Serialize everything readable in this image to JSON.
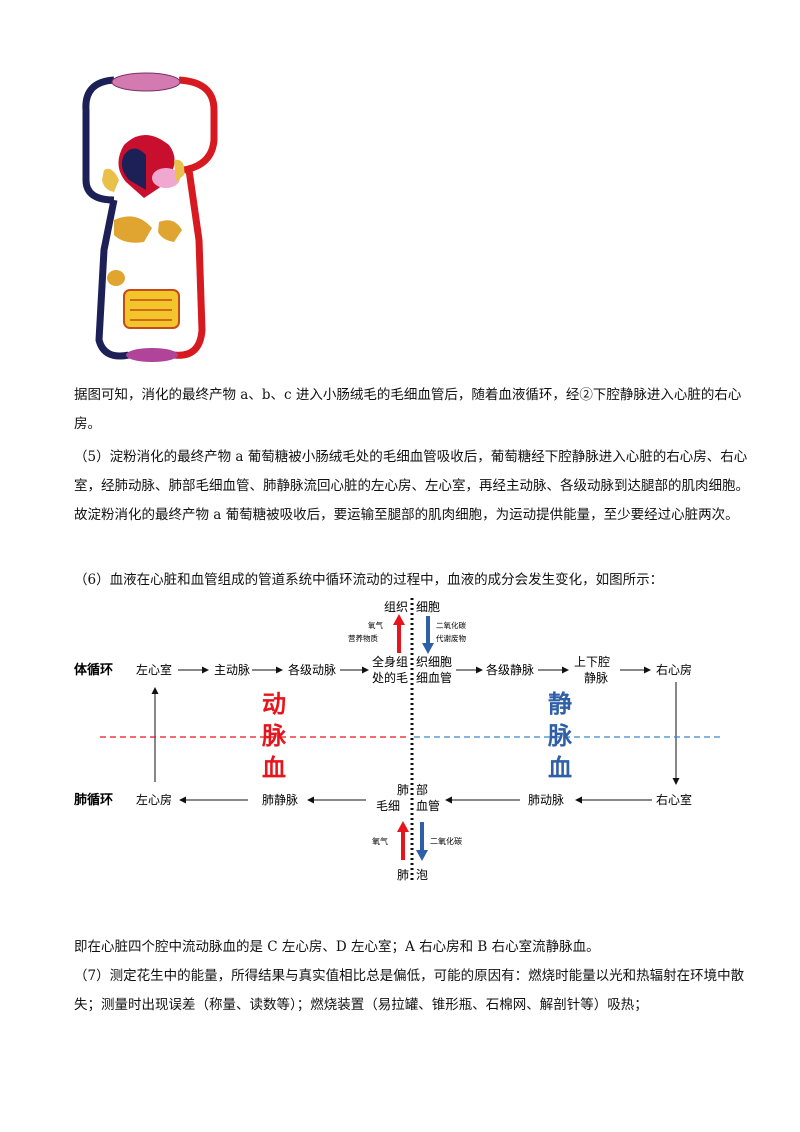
{
  "paragraphs": {
    "p1": "据图可知，消化的最终产物 a、b、c 进入小肠绒毛的毛细血管后，随着血液循环，经②下腔静脉进入心脏的右心房。",
    "p5": "（5）淀粉消化的最终产物 a 葡萄糖被小肠绒毛处的毛细血管吸收后，葡萄糖经下腔静脉进入心脏的右心房、右心室，经肺动脉、肺部毛细血管、肺静脉流回心脏的左心房、左心室，再经主动脉、各级动脉到达腿部的肌肉细胞。故淀粉消化的最终产物 a 葡萄糖被吸收后，要运输至腿部的肌肉细胞，为运动提供能量，至少要经过心脏两次。",
    "p6": "（6）血液在心脏和血管组成的管道系统中循环流动的过程中，血液的成分会发生变化，如图所示：",
    "p_after": "即在心脏四个腔中流动脉血的是 C 左心房、D 左心室；A 右心房和 B 右心室流静脉血。",
    "p7": "（7）测定花生中的能量，所得结果与真实值相比总是偏低，可能的原因有：燃烧时能量以光和热辐射在环境中散失；测量时出现误差（称量、读数等）；燃烧装置（易拉罐、锥形瓶、石棉网、解剖针等）吸热；"
  },
  "diagram": {
    "systemic_label": "体循环",
    "pulmonary_label": "肺循环",
    "systemic_nodes": [
      "左心室",
      "主动脉",
      "各级动脉",
      "全身组",
      "织细胞",
      "处的毛",
      "细血管",
      "各级静脉",
      "上下腔",
      "静脉",
      "右心房"
    ],
    "tissue_cells": [
      "组织",
      "细胞"
    ],
    "oxygen_nutrients": [
      "氧气",
      "营养物质"
    ],
    "co2_waste": [
      "二氧化碳",
      "代谢废物"
    ],
    "pulmonary_nodes": [
      "左心房",
      "肺静脉",
      "肺",
      "部",
      "毛细",
      "血管",
      "肺动脉",
      "右心室"
    ],
    "oxygen": "氧气",
    "co2": "二氧化碳",
    "alveoli": [
      "肺",
      "泡"
    ],
    "arterial_blood": [
      "动",
      "脉",
      "血"
    ],
    "venous_blood": [
      "静",
      "脉",
      "血"
    ],
    "colors": {
      "arterial": "#e8141c",
      "venous": "#2f5fa6",
      "dashed_left": "#e8141c",
      "dashed_right": "#3a87c8"
    }
  }
}
